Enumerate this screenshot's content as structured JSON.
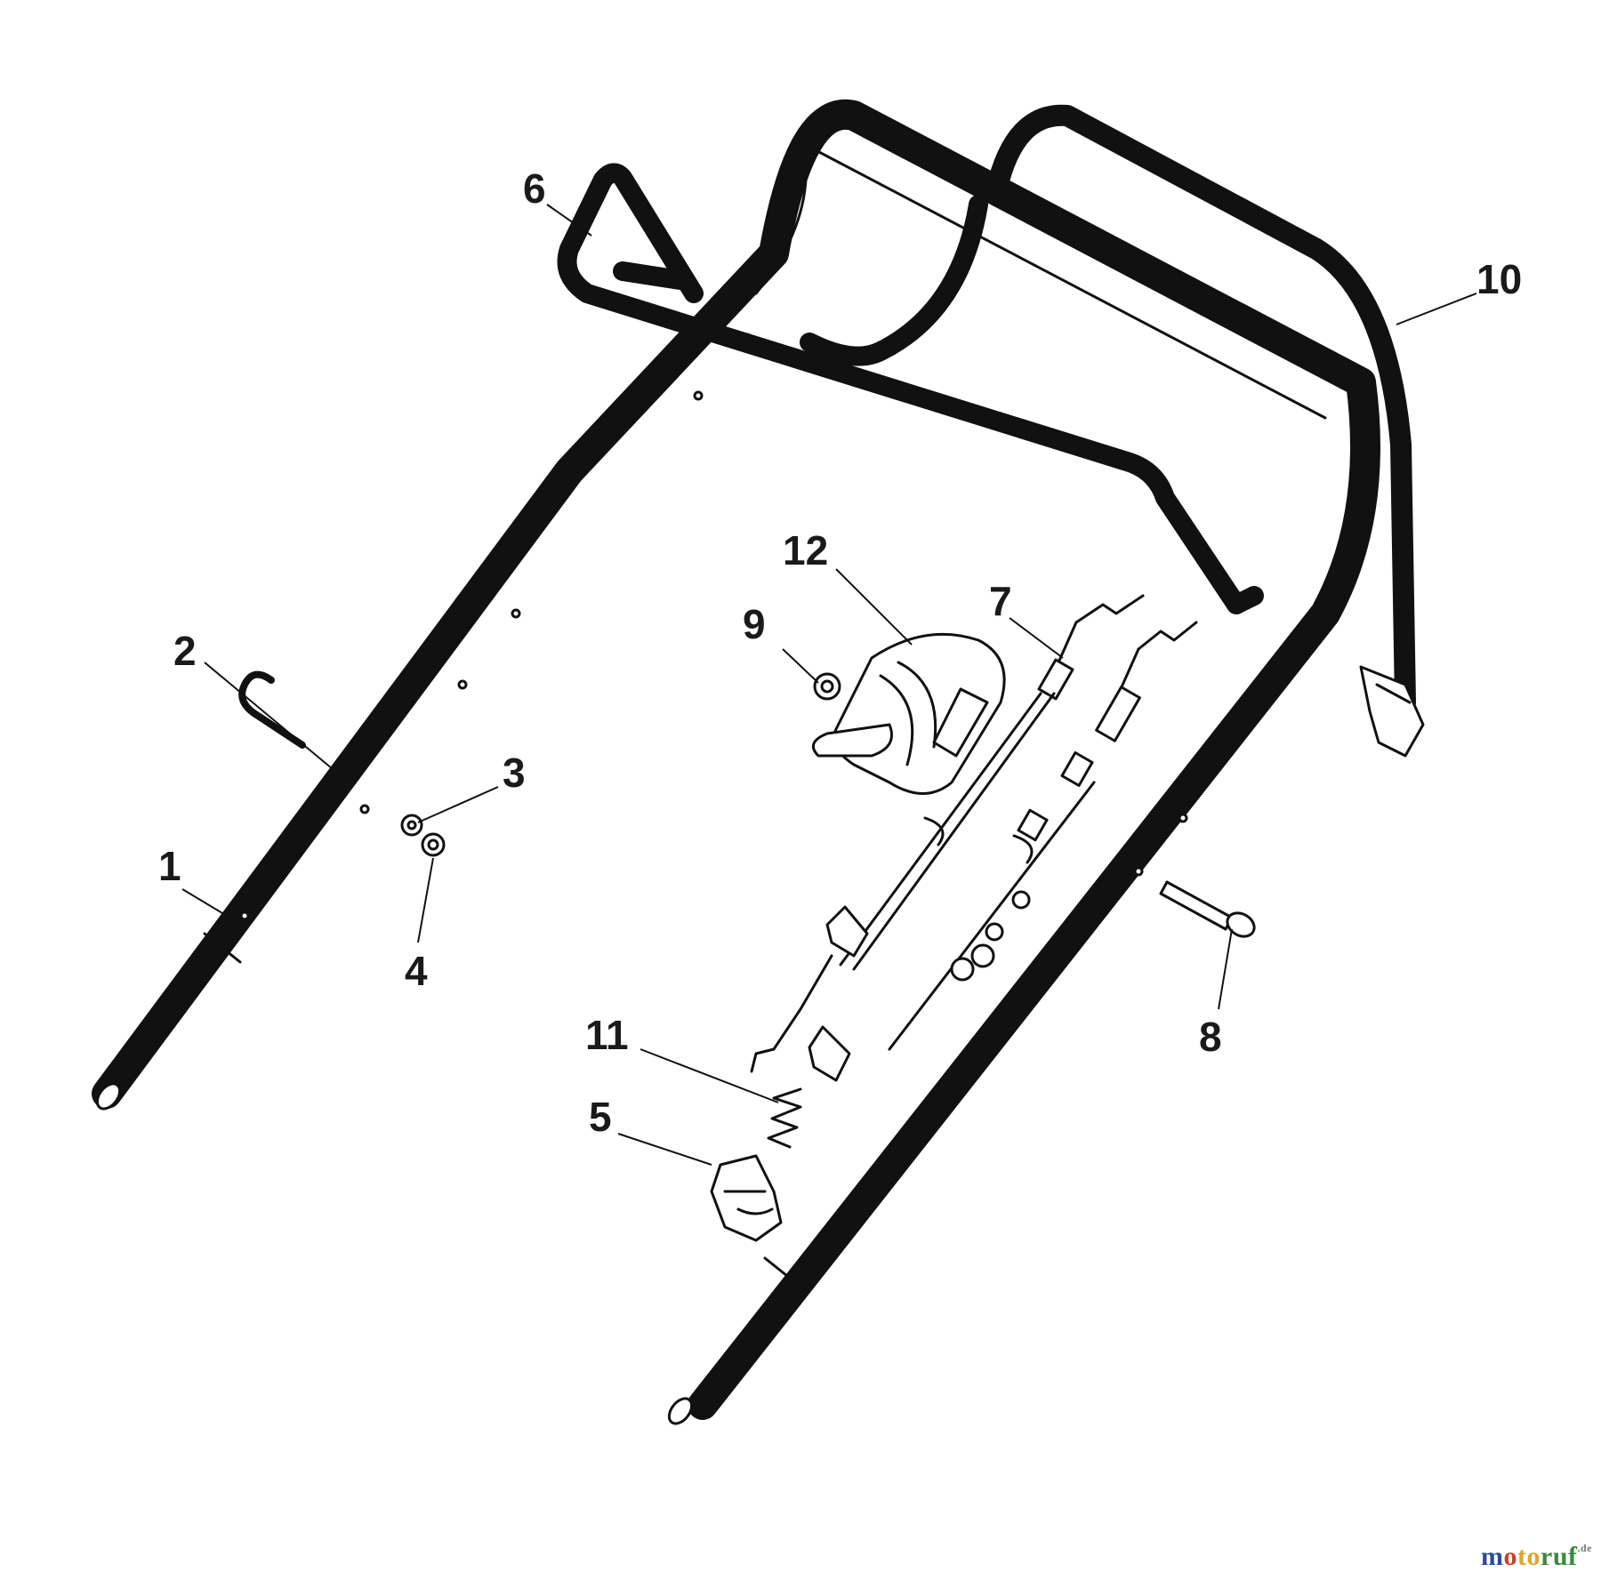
{
  "callouts": [
    {
      "id": "1",
      "label": "1",
      "part": "lower-handle-left"
    },
    {
      "id": "2",
      "label": "2",
      "part": "cable-hook"
    },
    {
      "id": "3",
      "label": "3",
      "part": "washer"
    },
    {
      "id": "4",
      "label": "4",
      "part": "nut"
    },
    {
      "id": "5",
      "label": "5",
      "part": "cable-clip"
    },
    {
      "id": "6",
      "label": "6",
      "part": "rear-guide-bar"
    },
    {
      "id": "7",
      "label": "7",
      "part": "control-cables"
    },
    {
      "id": "8",
      "label": "8",
      "part": "screw"
    },
    {
      "id": "9",
      "label": "9",
      "part": "lever-nut"
    },
    {
      "id": "10",
      "label": "10",
      "part": "operator-presence-bail"
    },
    {
      "id": "11",
      "label": "11",
      "part": "cable-spring"
    },
    {
      "id": "12",
      "label": "12",
      "part": "drive-control-lever"
    }
  ],
  "watermark": {
    "part1": "m",
    "part2": "o",
    "part3": "to",
    "part4": "ruf",
    "suffix": ".de"
  }
}
